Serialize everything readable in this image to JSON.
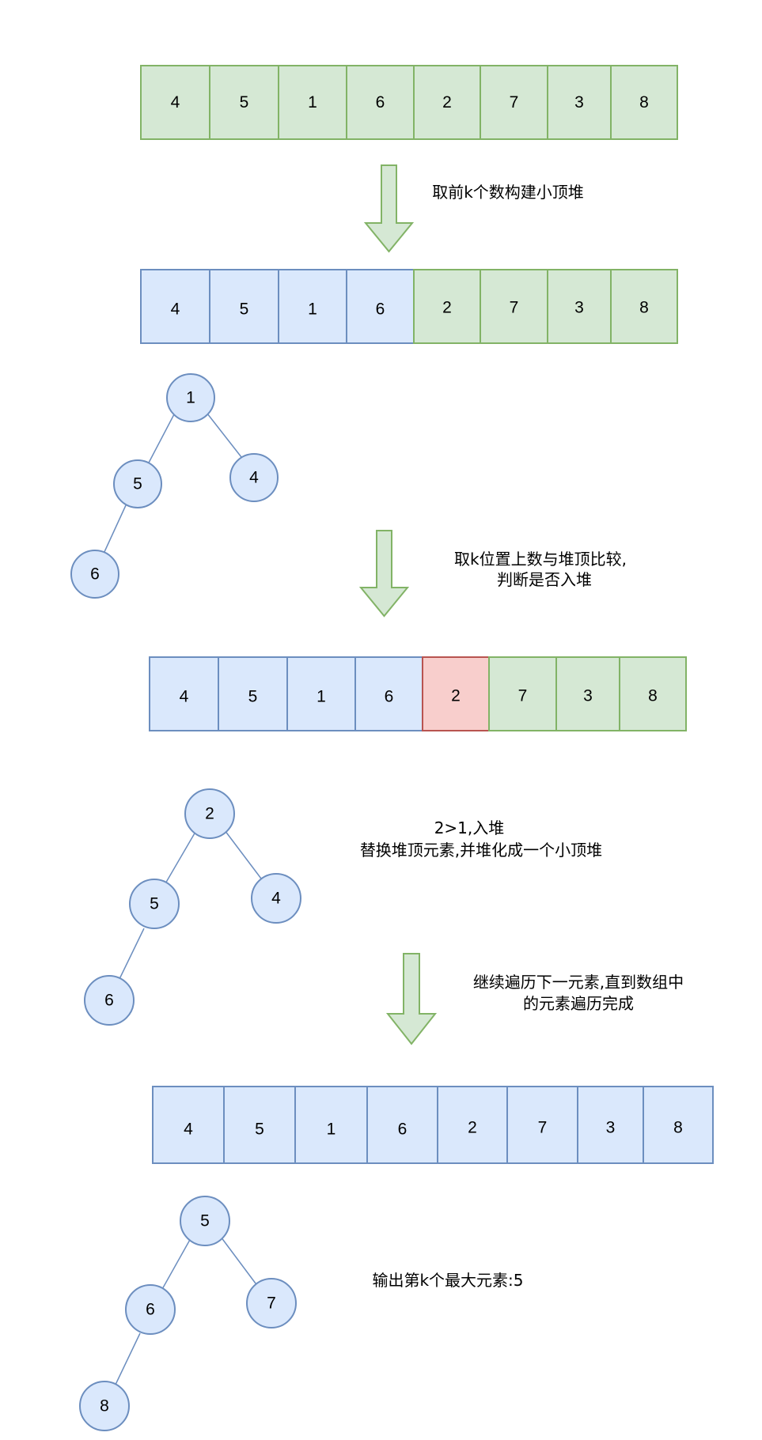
{
  "colors": {
    "green_fill": "#d5e8d4",
    "green_stroke": "#82b366",
    "blue_fill": "#dae8fc",
    "blue_stroke": "#6c8ebf",
    "red_fill": "#f8cecc",
    "red_stroke": "#b85450",
    "edge": "#6c8ebf"
  },
  "arrays": [
    {
      "cells": [
        {
          "value": "4",
          "state": "green"
        },
        {
          "value": "5",
          "state": "green"
        },
        {
          "value": "1",
          "state": "green"
        },
        {
          "value": "6",
          "state": "green"
        },
        {
          "value": "2",
          "state": "green"
        },
        {
          "value": "7",
          "state": "green"
        },
        {
          "value": "3",
          "state": "green"
        },
        {
          "value": "8",
          "state": "green"
        }
      ]
    },
    {
      "cells": [
        {
          "value": "4",
          "state": "blue"
        },
        {
          "value": "5",
          "state": "blue"
        },
        {
          "value": "1",
          "state": "blue"
        },
        {
          "value": "6",
          "state": "blue"
        },
        {
          "value": "2",
          "state": "green"
        },
        {
          "value": "7",
          "state": "green"
        },
        {
          "value": "3",
          "state": "green"
        },
        {
          "value": "8",
          "state": "green"
        }
      ]
    },
    {
      "cells": [
        {
          "value": "4",
          "state": "blue"
        },
        {
          "value": "5",
          "state": "blue"
        },
        {
          "value": "1",
          "state": "blue"
        },
        {
          "value": "6",
          "state": "blue"
        },
        {
          "value": "2",
          "state": "red"
        },
        {
          "value": "7",
          "state": "green"
        },
        {
          "value": "3",
          "state": "green"
        },
        {
          "value": "8",
          "state": "green"
        }
      ]
    },
    {
      "cells": [
        {
          "value": "4",
          "state": "blue"
        },
        {
          "value": "5",
          "state": "blue"
        },
        {
          "value": "1",
          "state": "blue"
        },
        {
          "value": "6",
          "state": "blue"
        },
        {
          "value": "2",
          "state": "blue"
        },
        {
          "value": "7",
          "state": "blue"
        },
        {
          "value": "3",
          "state": "blue"
        },
        {
          "value": "8",
          "state": "blue"
        }
      ]
    }
  ],
  "trees": [
    {
      "root": "1",
      "left": "5",
      "right": "4",
      "left_left": "6"
    },
    {
      "root": "2",
      "left": "5",
      "right": "4",
      "left_left": "6"
    },
    {
      "root": "5",
      "left": "6",
      "right": "7",
      "left_left": "8"
    }
  ],
  "steps": [
    {
      "lines": [
        "取前k个数构建小顶堆"
      ]
    },
    {
      "lines": [
        "取k位置上数与堆顶比较,",
        "判断是否入堆"
      ]
    },
    {
      "lines": [
        "2>1,入堆",
        "替换堆顶元素,并堆化成一个小顶堆"
      ]
    },
    {
      "lines": [
        "继续遍历下一元素,直到数组中",
        "的元素遍历完成"
      ]
    },
    {
      "lines": [
        "输出第k个最大元素:5"
      ]
    }
  ]
}
